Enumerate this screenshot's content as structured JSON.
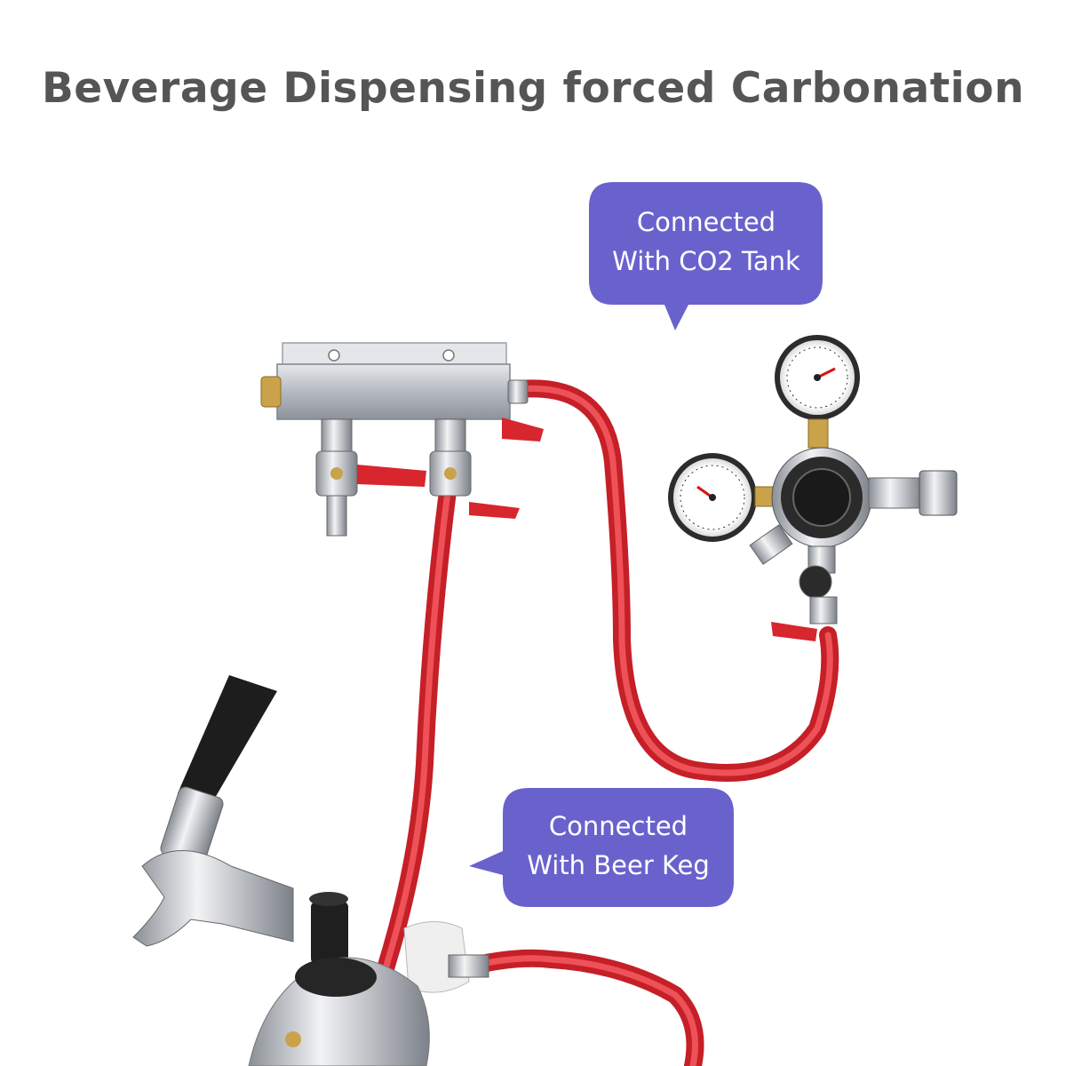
{
  "header": {
    "title": "Beverage Dispensing  forced Carbonation"
  },
  "callouts": {
    "co2": {
      "line1": "Connected",
      "line2": "With CO2 Tank"
    },
    "keg": {
      "line1": "Connected",
      "line2": "With Beer Keg"
    }
  },
  "colors": {
    "callout": "#6a62cc",
    "hose": "#e0323a",
    "steel": "#c8ccd2",
    "title": "#555555"
  },
  "icons": [
    "co2-regulator-icon",
    "pressure-gauge-icon",
    "gas-manifold-icon",
    "beer-faucet-icon",
    "keg-coupler-icon",
    "keg-icon"
  ]
}
